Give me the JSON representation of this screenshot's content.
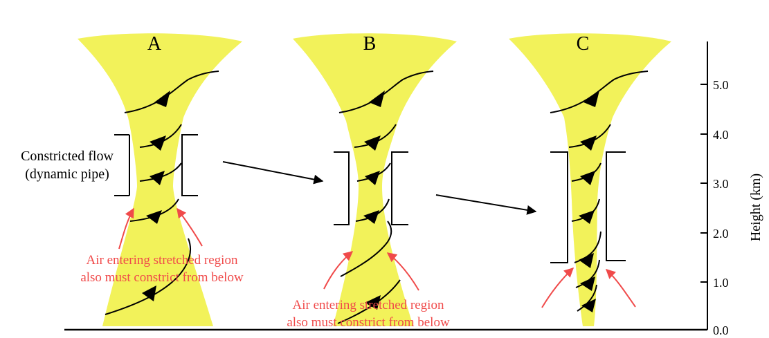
{
  "panels": [
    {
      "letter": "A"
    },
    {
      "letter": "B"
    },
    {
      "letter": "C"
    }
  ],
  "labels": {
    "constricted_line1": "Constricted flow",
    "constricted_line2": "(dynamic pipe)",
    "air_entering_line1": "Air entering stretched region",
    "air_entering_line2": "also must constrict from below"
  },
  "axis": {
    "title": "Height (km)",
    "ticks": [
      "5.0",
      "4.0",
      "3.0",
      "2.0",
      "1.0",
      "0.0"
    ]
  },
  "colors": {
    "funnel_fill": "#f2f25a",
    "arrow_red": "#f04a4a",
    "line": "#000000"
  }
}
